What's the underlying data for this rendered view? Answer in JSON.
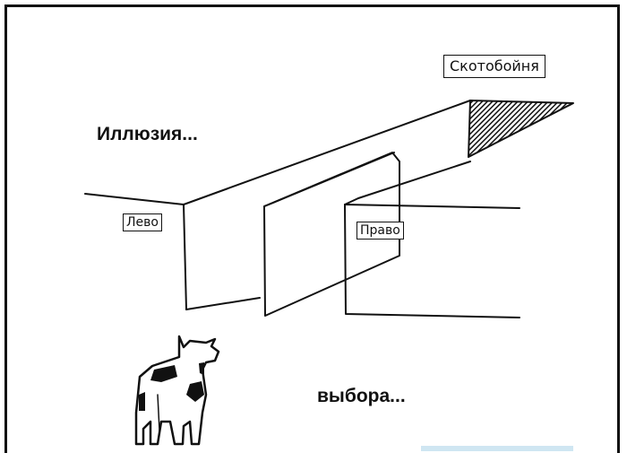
{
  "captions": {
    "top": "Иллюзия...",
    "bottom": "выбора..."
  },
  "signs": {
    "left": "Лево",
    "right": "Право",
    "end": "Скотобойня"
  }
}
